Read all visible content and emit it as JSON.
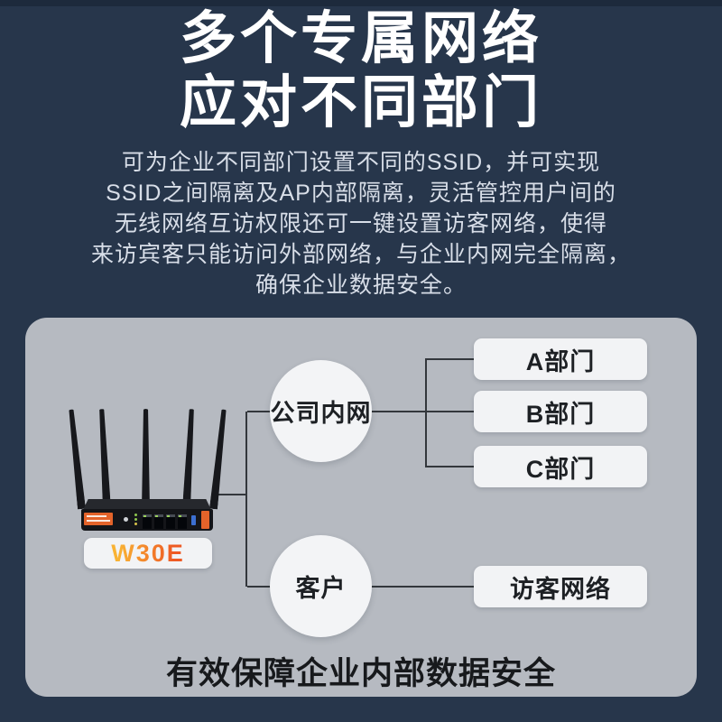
{
  "colors": {
    "background_navy": "#27364b",
    "top_strip": "#1d2a3c",
    "panel_gray": "#b6bac1",
    "card_white": "#f2f3f5",
    "text_dark": "#1d2024",
    "title_white": "#ffffff",
    "intro_text": "#d8dee8",
    "connector_line": "#33373c",
    "brand_orange_start": "#f9b233",
    "brand_orange_end": "#ee5a24"
  },
  "header": {
    "title_line1": "多个专属网络",
    "title_line2": "应对不同部门",
    "intro_lines": [
      "可为企业不同部门设置不同的SSID，并可实现",
      "SSID之间隔离及AP内部隔离，灵活管控用户间的",
      "无线网络互访权限还可一键设置访客网络，使得",
      "来访宾客只能访问外部网络，与企业内网完全隔离，",
      "确保企业数据安全。"
    ]
  },
  "diagram": {
    "router_model": "W30E",
    "hub_internal": "公司内网",
    "hub_guest": "客户",
    "departments": [
      "A部门",
      "B部门",
      "C部门"
    ],
    "guest_network": "访客网络",
    "caption": "有效保障企业内部数据安全"
  }
}
